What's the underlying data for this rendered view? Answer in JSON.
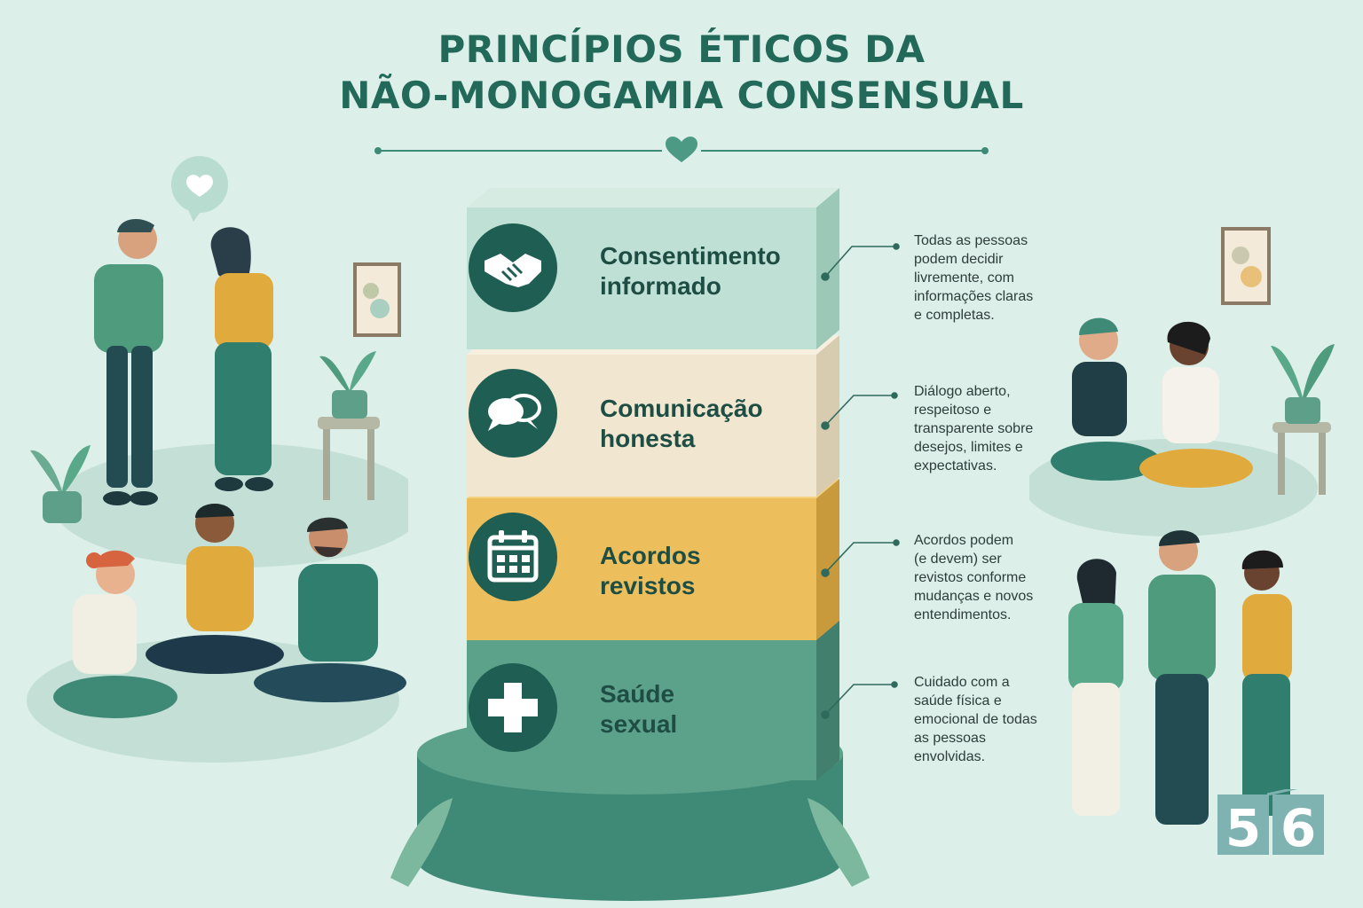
{
  "title": {
    "line1": "PRINCÍPIOS ÉTICOS DA",
    "line2": "NÃO-MONOGAMIA CONSENSUAL"
  },
  "principles": [
    {
      "label_line1": "Consentimento",
      "label_line2": "informado",
      "icon": "handshake-icon",
      "color": "#bfe0d4",
      "desc": [
        "Todas as pessoas",
        "podem decidir",
        "livremente, com",
        "informações claras",
        "e completas."
      ]
    },
    {
      "label_line1": "Comunicação",
      "label_line2": "honesta",
      "icon": "speech-bubbles-icon",
      "color": "#f1e7d1",
      "desc": [
        "Diálogo aberto,",
        "respeitoso e",
        "transparente sobre",
        "desejos, limites e",
        "expectativas."
      ]
    },
    {
      "label_line1": "Acordos",
      "label_line2": "revistos",
      "icon": "calendar-icon",
      "color": "#ecbf5c",
      "desc": [
        "Acordos podem",
        "(e devem) ser",
        "revistos conforme",
        "mudanças e novos",
        "entendimentos."
      ]
    },
    {
      "label_line1": "Saúde",
      "label_line2": "sexual",
      "icon": "medical-cross-icon",
      "color": "#5ca18a",
      "desc": [
        "Cuidado com a",
        "saúde física e",
        "emocional de todas",
        "as pessoas",
        "envolvidas."
      ]
    }
  ],
  "logo": {
    "digit1": "5",
    "digit2": "6"
  },
  "colors": {
    "background": "#dcefe9",
    "title": "#23695a",
    "icon_circle": "#1f5e52",
    "pedestal": "#3f8a76"
  }
}
